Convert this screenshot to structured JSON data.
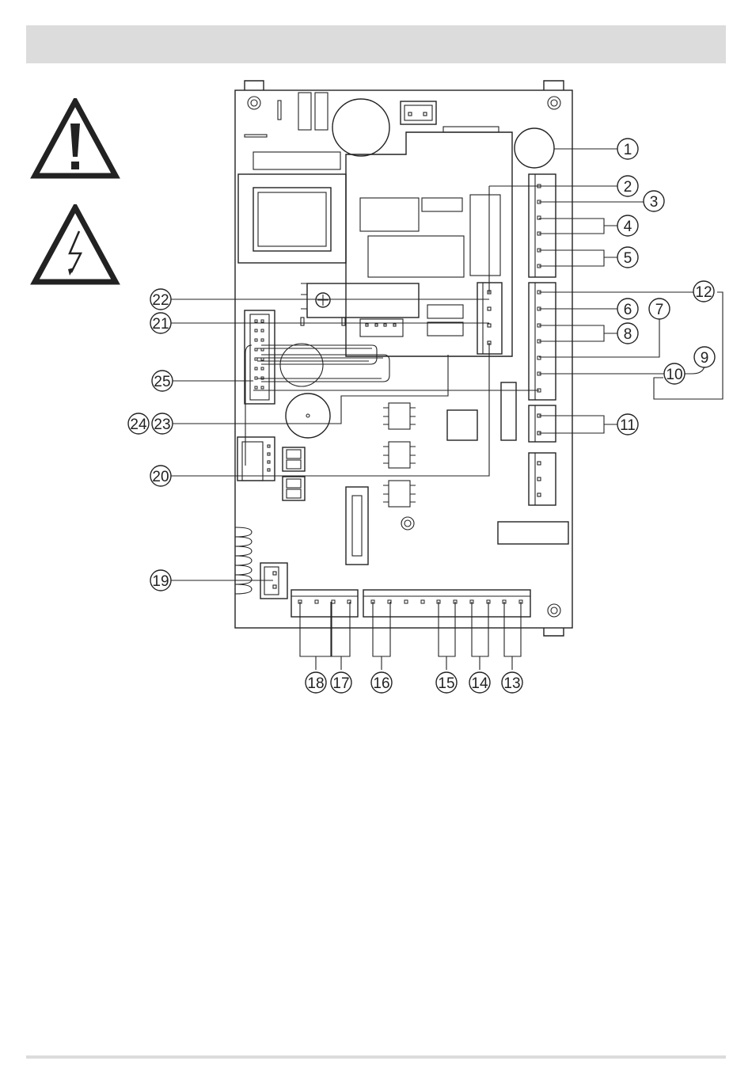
{
  "diagram": {
    "callout_numbers": [
      "1",
      "2",
      "3",
      "4",
      "5",
      "6",
      "7",
      "8",
      "9",
      "10",
      "11",
      "12",
      "13",
      "14",
      "15",
      "16",
      "17",
      "18",
      "19",
      "20",
      "21",
      "22",
      "23",
      "24",
      "25"
    ]
  },
  "icons": {
    "warning": "exclamation-warning-icon",
    "electric": "high-voltage-warning-icon"
  },
  "colors": {
    "header_bar": "#dcdcdc",
    "line": "#222222"
  }
}
